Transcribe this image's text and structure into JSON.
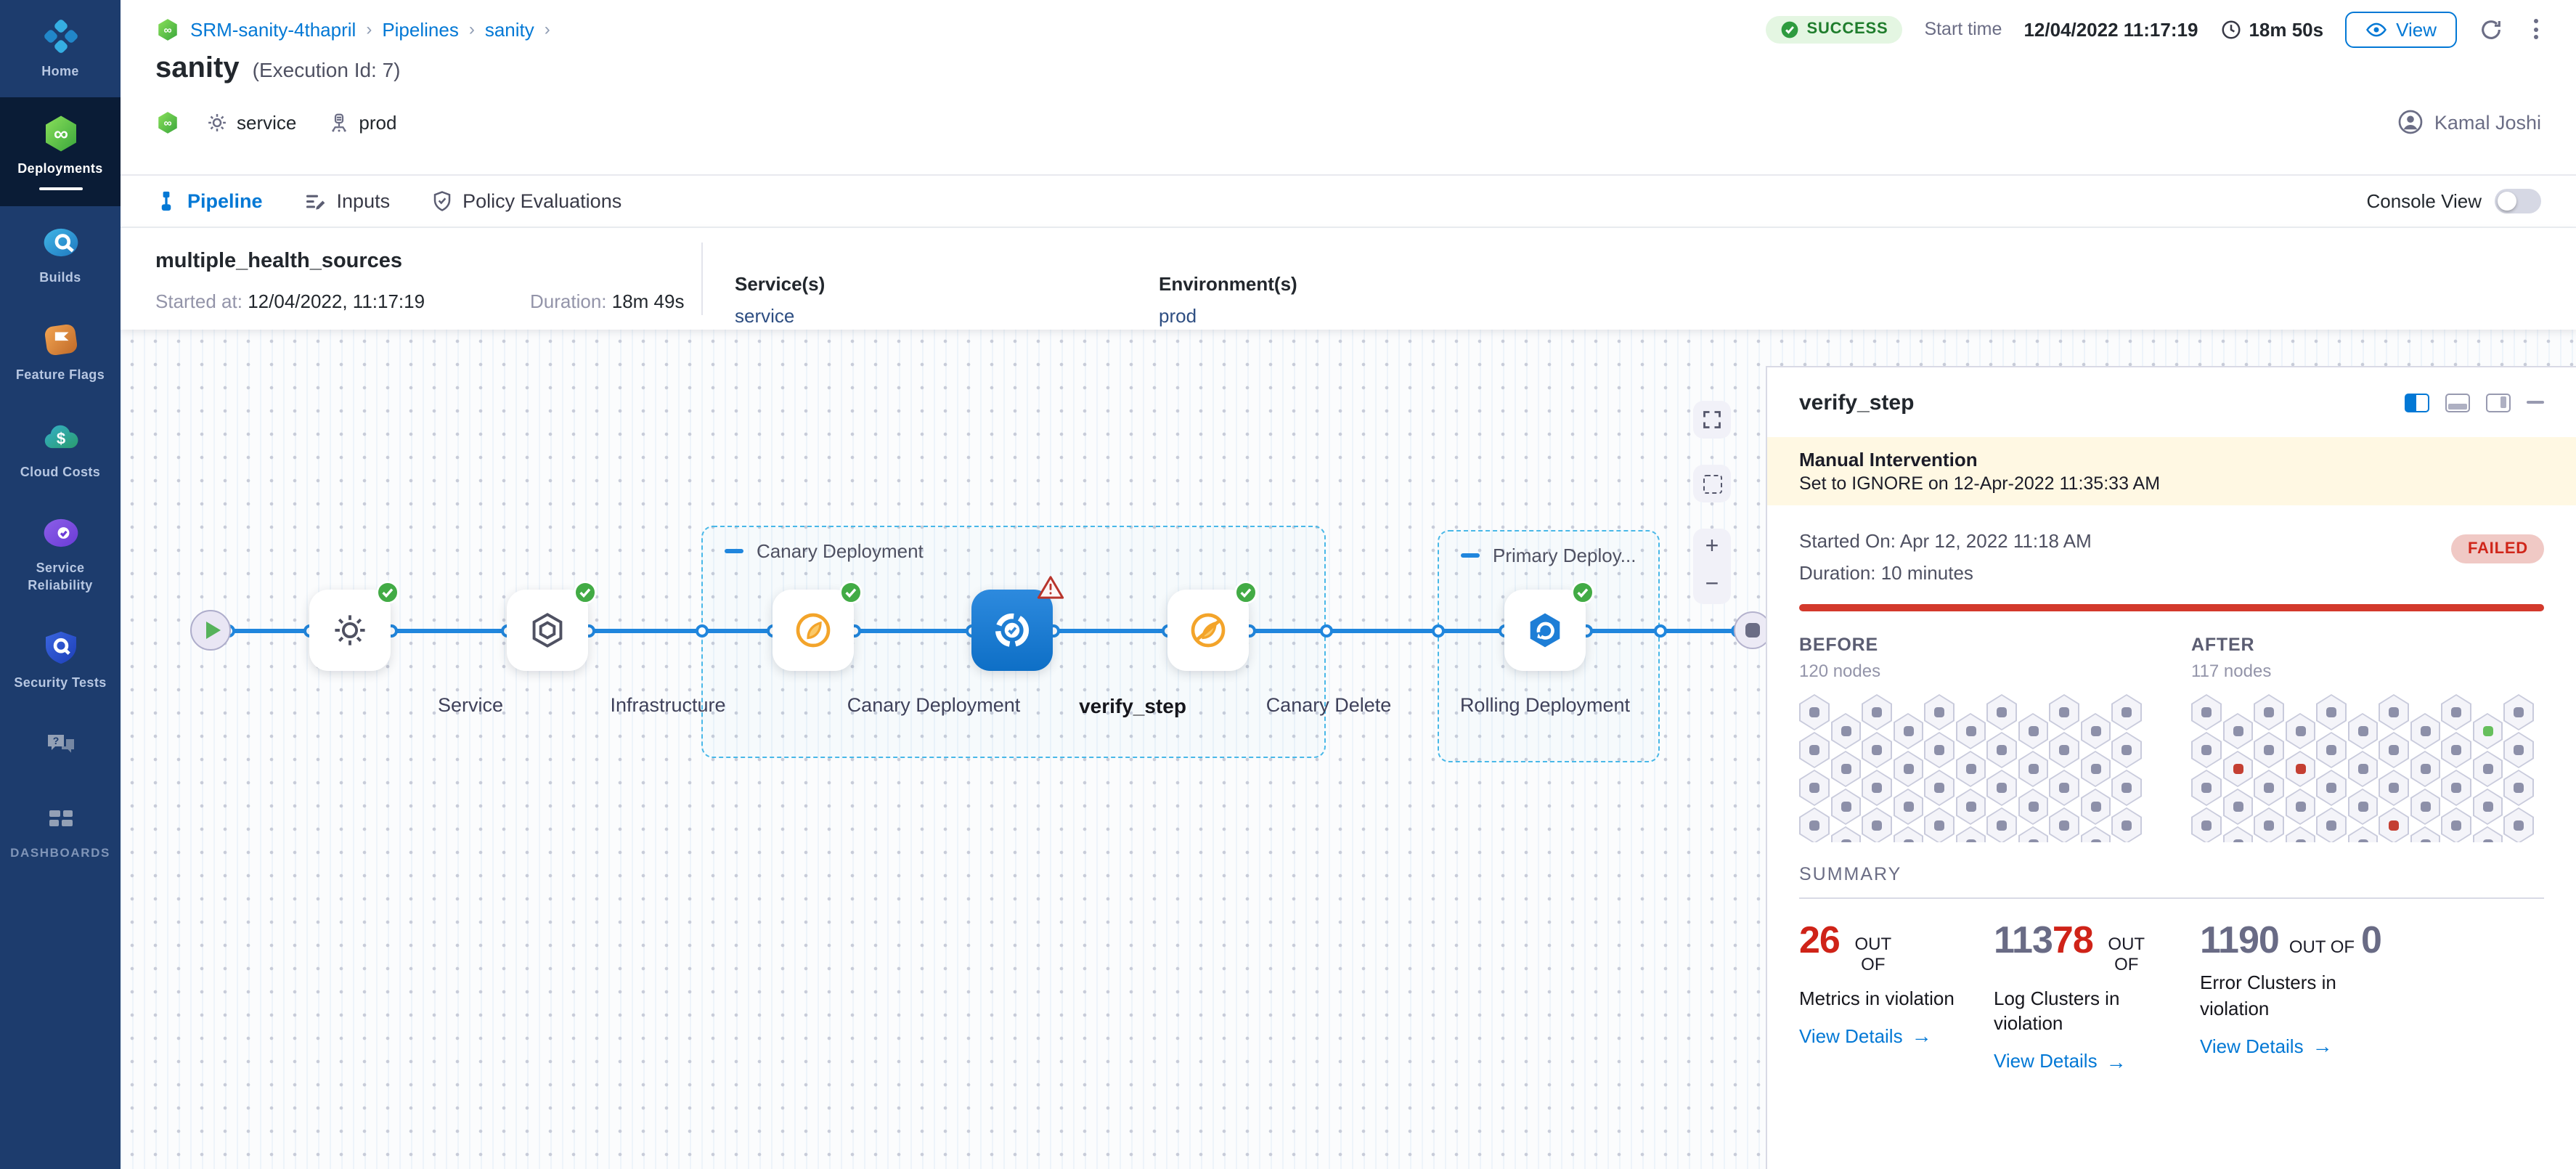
{
  "colors": {
    "accent_blue": "#0278d5",
    "success_green": "#42ab45",
    "error_red": "#cf2318",
    "banner_cream": "#fff8e3",
    "sidebar_navy": "#1d3c6d"
  },
  "sidebar": {
    "items": [
      {
        "label": "Home"
      },
      {
        "label": "Deployments",
        "active": true
      },
      {
        "label": "Builds"
      },
      {
        "label": "Feature Flags"
      },
      {
        "label": "Cloud Costs"
      },
      {
        "label": "Service Reliability"
      },
      {
        "label": "Security Tests"
      },
      {
        "label": ""
      },
      {
        "label": "DASHBOARDS"
      }
    ]
  },
  "header": {
    "breadcrumb": {
      "project": "SRM-sanity-4thapril",
      "section": "Pipelines",
      "page": "sanity",
      "separator": "›"
    },
    "title": "sanity",
    "execution_id": "(Execution Id: 7)",
    "status": "SUCCESS",
    "start_time_label": "Start time",
    "start_time": "12/04/2022 11:17:19",
    "elapsed": "18m 50s",
    "view_button": "View",
    "service_tag": "service",
    "env_tag": "prod",
    "user": "Kamal Joshi"
  },
  "tabs": {
    "pipeline": "Pipeline",
    "inputs": "Inputs",
    "policy": "Policy Evaluations",
    "console_view": "Console View"
  },
  "stage": {
    "name": "multiple_health_sources",
    "started_label": "Started at:",
    "started": "12/04/2022, 11:17:19",
    "duration_label": "Duration:",
    "duration": "18m 49s",
    "services_label": "Service(s)",
    "services": "service",
    "environments_label": "Environment(s)",
    "environments": "prod"
  },
  "pipeline": {
    "groups": [
      {
        "label": "Canary Deployment"
      },
      {
        "label": "Primary Deploy..."
      }
    ],
    "nodes": [
      {
        "label": "Service",
        "status": "success"
      },
      {
        "label": "Infrastructure",
        "status": "success"
      },
      {
        "label": "Canary Deployment",
        "status": "success"
      },
      {
        "label": "verify_step",
        "status": "warning",
        "selected": true
      },
      {
        "label": "Canary Delete",
        "status": "success"
      },
      {
        "label": "Rolling Deployment",
        "status": "success"
      }
    ]
  },
  "panel": {
    "title": "verify_step",
    "banner": {
      "title": "Manual Intervention",
      "text": "Set to IGNORE on 12-Apr-2022 11:35:33 AM"
    },
    "started": "Started On: Apr 12, 2022 11:18 AM",
    "duration": "Duration: 10 minutes",
    "status": "FAILED",
    "nodes_compare": {
      "before": {
        "label": "BEFORE",
        "count": "120 nodes",
        "grid": [
          "ddddddddddd",
          "ddddddddddd",
          "ddddddddddd",
          "ddddddddddd",
          "ddddddddddd"
        ]
      },
      "after": {
        "label": "AFTER",
        "count": "117 nodes",
        "grid": [
          "dddddddddgd",
          "drdrddddddd",
          "ddddddddddd",
          "ddddddrdddd",
          "ddddddddddd"
        ]
      }
    },
    "summary": {
      "label": "SUMMARY",
      "metrics": [
        {
          "big1": "26",
          "big2": "",
          "outof": "OUT OF",
          "suffix": "",
          "name": "Metrics in violation",
          "link": "View Details"
        },
        {
          "big1": "113",
          "big2": "78",
          "outof": "OUT OF",
          "suffix": "",
          "name": "Log Clusters in violation",
          "link": "View Details"
        },
        {
          "big1": "1190",
          "big2": "",
          "outof": "OUT OF",
          "suffix": "0",
          "name": "Error Clusters in violation",
          "link": "View Details"
        }
      ]
    }
  }
}
